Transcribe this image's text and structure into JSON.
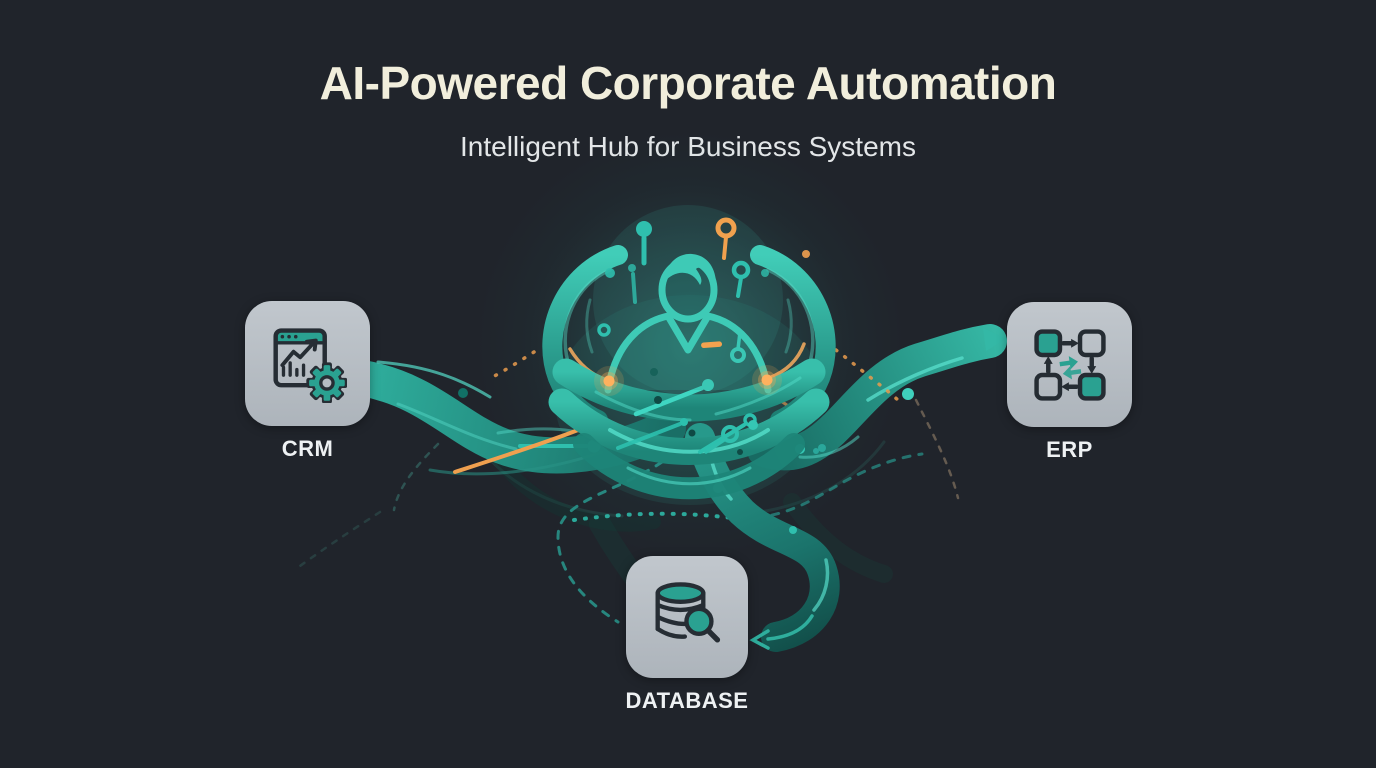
{
  "header": {
    "title": "AI-Powered Corporate Automation",
    "subtitle": "Intelligent Hub for Business Systems"
  },
  "hub": {
    "icon": "ai-person-hub-icon",
    "description": "Glowing teal human figure wrapped in swirling circuit ribbons with orange accent nodes"
  },
  "nodes": [
    {
      "id": "crm",
      "label": "CRM",
      "icon": "crm-analytics-gear-icon"
    },
    {
      "id": "erp",
      "label": "ERP",
      "icon": "erp-process-flow-icon"
    },
    {
      "id": "database",
      "label": "DATABASE",
      "icon": "database-search-icon"
    }
  ],
  "connections": [
    {
      "from": "crm",
      "to": "hub",
      "style": "teal-ribbon"
    },
    {
      "from": "hub",
      "to": "erp",
      "style": "teal-ribbon-arrow"
    },
    {
      "from": "hub",
      "to": "database",
      "style": "teal-ribbon-arrow"
    }
  ],
  "colors": {
    "background": "#20242b",
    "title_cream": "#f1eedc",
    "subtitle_gray": "#e3e6e8",
    "tile_gray": "#b9bfc6",
    "icon_outline": "#262d34",
    "teal": "#2aa191",
    "teal_bright": "#3fd6c2",
    "orange": "#f0a050",
    "label_white": "#eef1f3"
  }
}
